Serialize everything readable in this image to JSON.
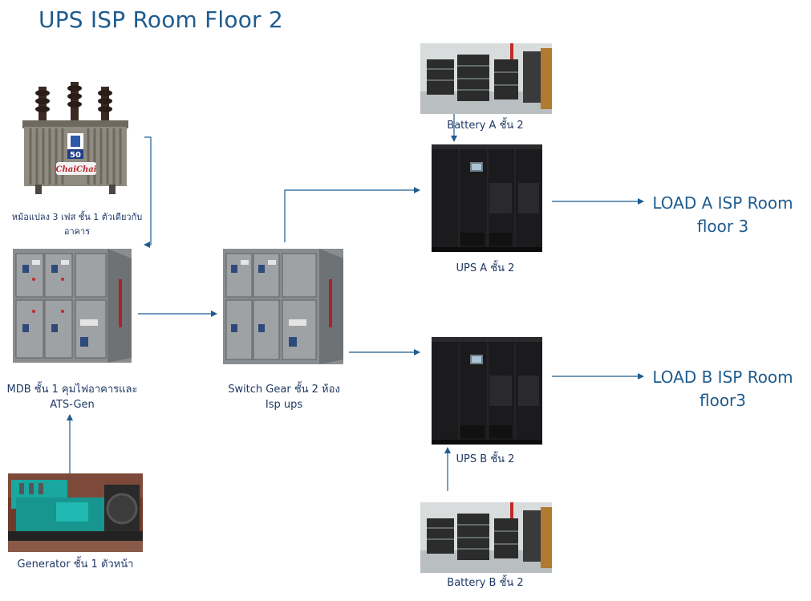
{
  "title": "UPS ISP Room Floor 2",
  "nodes": {
    "transformer": {
      "label": "หม้อแปลง 3 เฟส ชั้น 1 ตัวเดียวกับอาคาร",
      "badge": "50",
      "brand": "ChaiChai"
    },
    "mdb": {
      "label_line1": "MDB ชั้น 1 คุมไฟอาคารและ",
      "label_line2": "ATS-Gen"
    },
    "generator": {
      "label": "Generator ชั้น 1 ตัวหน้า"
    },
    "switchgear": {
      "label_line1": "Switch Gear ชั้น 2 ห้อง",
      "label_line2": "Isp ups"
    },
    "battery_a": {
      "label": "Battery A ชั้น 2"
    },
    "ups_a": {
      "label": "UPS A ชั้น 2"
    },
    "ups_b": {
      "label": "UPS B ชั้น 2"
    },
    "battery_b": {
      "label": "Battery B ชั้น 2"
    },
    "load_a": {
      "line1": "LOAD A ISP Room",
      "line2": "floor 3"
    },
    "load_b": {
      "line1": "LOAD B ISP Room",
      "line2": "floor3"
    }
  },
  "colors": {
    "arrow": "#1f5c8f",
    "cabinet_grey": "#8a8d90",
    "ups_black": "#1b1b1d",
    "generator_teal": "#1aa7a0"
  }
}
